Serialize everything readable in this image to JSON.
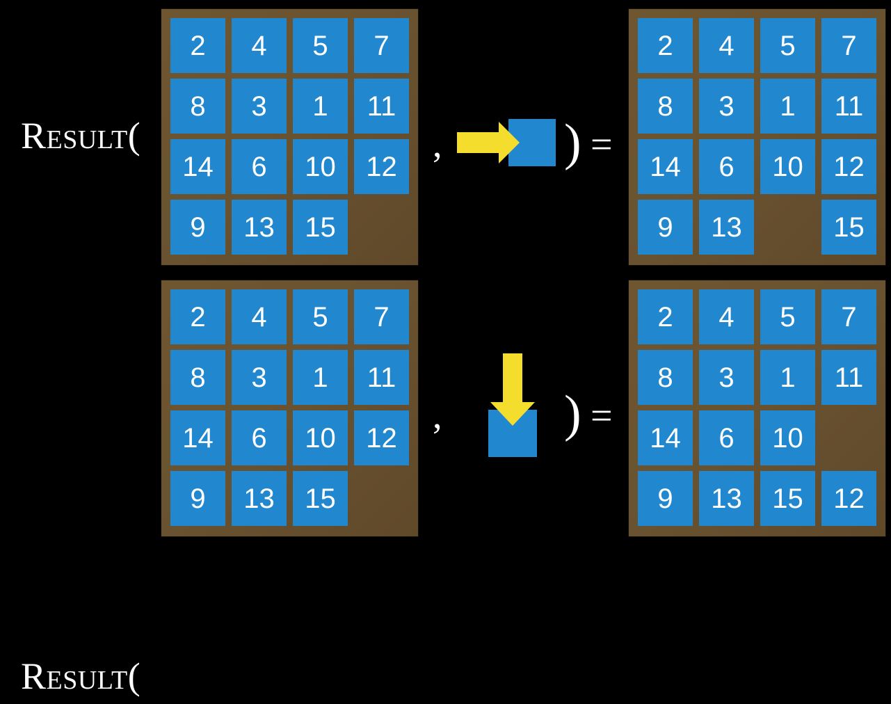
{
  "figure": {
    "background_color": "#000000",
    "tile_color": "#2188d0",
    "frame_color": "#6a5330",
    "arrow_color": "#f5dd2e",
    "text_color": "#ffffff",
    "title": "RESULT function applied to 15-puzzle states"
  },
  "symbols": {
    "function_name": "Result(",
    "comma": ",",
    "close_paren": ")",
    "equals": "="
  },
  "equations": [
    {
      "id": "equation-1",
      "label": "Result(",
      "input_board": {
        "name": "input-board-1",
        "rows": [
          [
            "2",
            "4",
            "5",
            "7"
          ],
          [
            "8",
            "3",
            "1",
            "11"
          ],
          [
            "14",
            "6",
            "10",
            "12"
          ],
          [
            "9",
            "13",
            "15",
            ""
          ]
        ]
      },
      "action": {
        "name": "move-blank-right",
        "direction": "right",
        "arrow_icon": "arrow-right-icon",
        "blank_tile_icon": "blank-tile-icon"
      },
      "output_board": {
        "name": "output-board-1",
        "rows": [
          [
            "2",
            "4",
            "5",
            "7"
          ],
          [
            "8",
            "3",
            "1",
            "11"
          ],
          [
            "14",
            "6",
            "10",
            "12"
          ],
          [
            "9",
            "13",
            "",
            "15"
          ]
        ]
      }
    },
    {
      "id": "equation-2",
      "label": "Result(",
      "input_board": {
        "name": "input-board-2",
        "rows": [
          [
            "2",
            "4",
            "5",
            "7"
          ],
          [
            "8",
            "3",
            "1",
            "11"
          ],
          [
            "14",
            "6",
            "10",
            "12"
          ],
          [
            "9",
            "13",
            "15",
            ""
          ]
        ]
      },
      "action": {
        "name": "move-blank-down",
        "direction": "down",
        "arrow_icon": "arrow-down-icon",
        "blank_tile_icon": "blank-tile-icon"
      },
      "output_board": {
        "name": "output-board-2",
        "rows": [
          [
            "2",
            "4",
            "5",
            "7"
          ],
          [
            "8",
            "3",
            "1",
            "11"
          ],
          [
            "14",
            "6",
            "10",
            ""
          ],
          [
            "9",
            "13",
            "15",
            "12"
          ]
        ]
      }
    }
  ]
}
